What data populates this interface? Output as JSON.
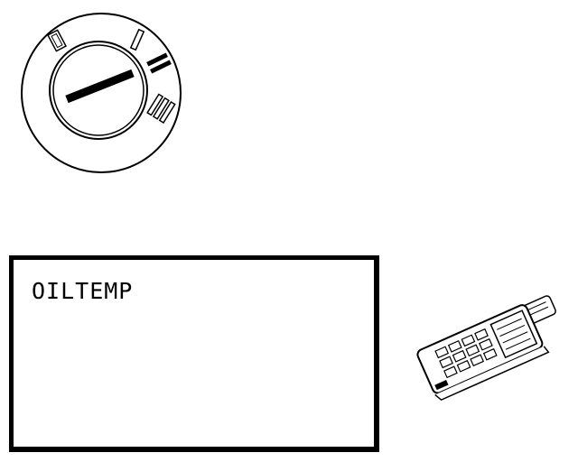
{
  "ignition_switch": {
    "icon": "ignition-key-switch-icon",
    "position_markings": [
      "0",
      "I",
      "II",
      "III"
    ],
    "key_position": "II"
  },
  "display": {
    "text": "OILTEMP"
  },
  "scan_tool": {
    "icon": "handheld-scan-tool-icon"
  },
  "colors": {
    "line": "#000000",
    "background": "#ffffff"
  }
}
